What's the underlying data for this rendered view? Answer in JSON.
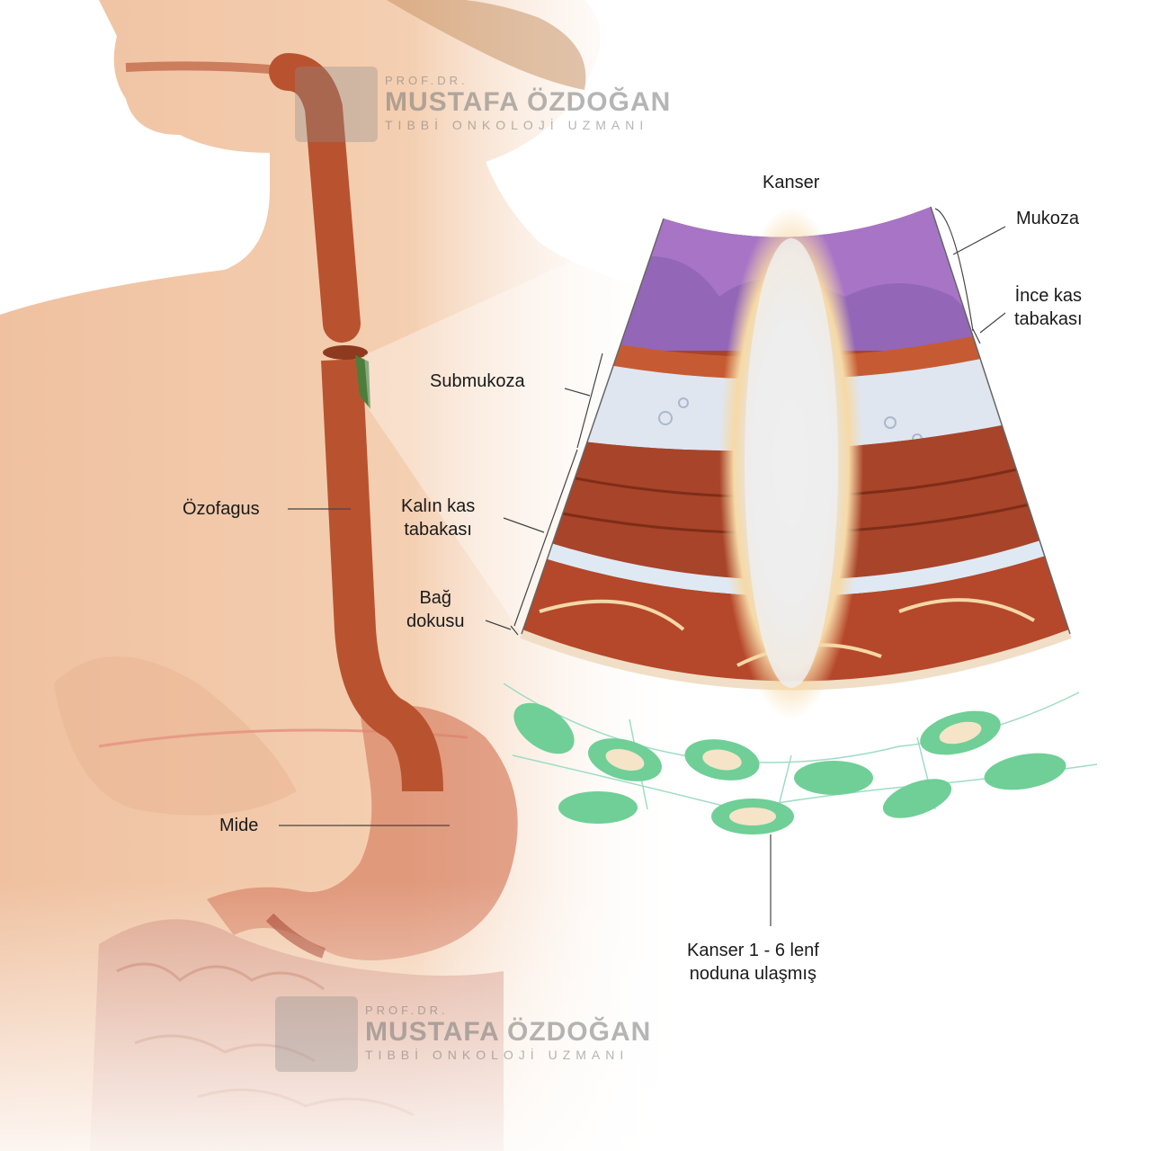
{
  "labels": {
    "kanser": "Kanser",
    "mukoza": "Mukoza",
    "ince_kas_1": "İnce kas",
    "ince_kas_2": "tabakası",
    "submukoza": "Submukoza",
    "kalin_kas_1": "Kalın kas",
    "kalin_kas_2": "tabakası",
    "bag_1": "Bağ",
    "bag_2": "dokusu",
    "ozofagus": "Özofagus",
    "mide": "Mide",
    "lenf_1": "Kanser 1 - 6 lenf",
    "lenf_2": "noduna ulaşmış"
  },
  "watermark": {
    "prefix": "PROF.DR.",
    "name": "MUSTAFA ÖZDOĞAN",
    "subtitle": "TIBBİ ONKOLOJİ UZMANI"
  },
  "colors": {
    "skin": "#f3c9a6",
    "esophagus": "#b9532f",
    "mucosa": "#a774c6",
    "submucosa": "#dfe6f0",
    "muscle": "#a8442a",
    "tumor": "#f5d49a",
    "lymph_node": "#6fcf97"
  }
}
